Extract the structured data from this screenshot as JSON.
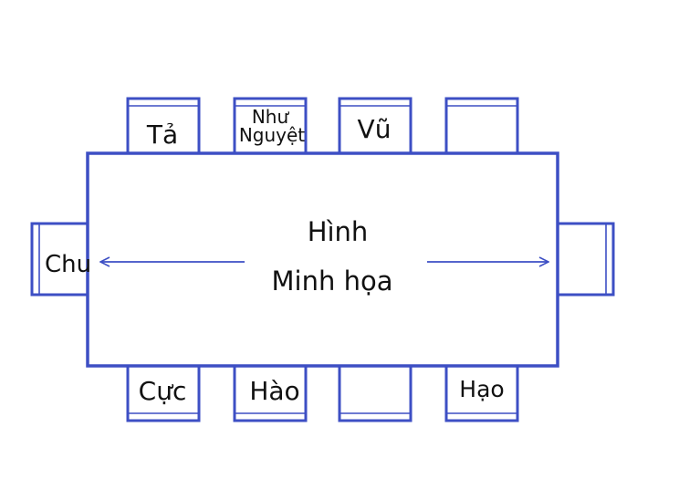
{
  "colors": {
    "stroke": "#3d4fc4",
    "text": "#111111",
    "background": "#ffffff"
  },
  "table": {
    "title_line1": "Hình",
    "title_line2": "Minh họa"
  },
  "seats": {
    "top": [
      {
        "label": "Tả"
      },
      {
        "label_line1": "Như",
        "label_line2": "Nguyệt"
      },
      {
        "label": "Vũ"
      },
      {
        "label": ""
      }
    ],
    "bottom": [
      {
        "label": "Cực"
      },
      {
        "label": "Hào"
      },
      {
        "label": ""
      },
      {
        "label": "Hạo"
      }
    ],
    "left": {
      "label": "Chu"
    },
    "right": {
      "label": ""
    }
  }
}
